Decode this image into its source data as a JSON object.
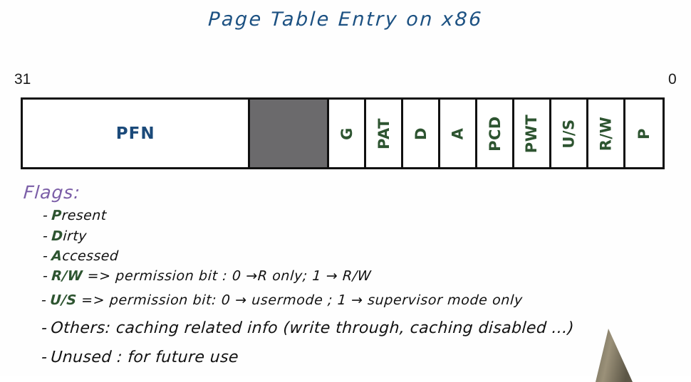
{
  "title": "Page Table  Entry  on  x86",
  "bit_index": {
    "high": "31",
    "low": "0"
  },
  "colors": {
    "title_blue": "#1c5182",
    "pfn_blue": "#1b4a7a",
    "flag_green": "#2d5430",
    "heading_purple": "#7b5ea7",
    "unused_gray": "#6b6a6c",
    "ink_black": "#111111",
    "background": "#fefefe"
  },
  "bitfield": {
    "cells": [
      {
        "label": "PFN",
        "kind": "pfn"
      },
      {
        "label": "",
        "kind": "unused"
      },
      {
        "label": "G",
        "kind": "flag"
      },
      {
        "label": "PAT",
        "kind": "flag"
      },
      {
        "label": "D",
        "kind": "flag"
      },
      {
        "label": "A",
        "kind": "flag"
      },
      {
        "label": "PCD",
        "kind": "flag"
      },
      {
        "label": "PWT",
        "kind": "flag"
      },
      {
        "label": "U/S",
        "kind": "flag"
      },
      {
        "label": "R/W",
        "kind": "flag"
      },
      {
        "label": "P",
        "kind": "flag"
      }
    ]
  },
  "notes": {
    "heading": "Flags:",
    "dash": "-",
    "items": [
      {
        "accent": "P",
        "rest": "resent",
        "tail": ""
      },
      {
        "accent": "D",
        "rest": "irty",
        "tail": ""
      },
      {
        "accent": "A",
        "rest": "ccessed",
        "tail": ""
      },
      {
        "accent": "R/W",
        "rest": "",
        "tail": " => permission bit : 0 →R only; 1 → R/W"
      },
      {
        "accent": "U/S",
        "rest": "",
        "tail": " => permission bit: 0 → usermode ; 1 → supervisor mode only"
      },
      {
        "accent": "",
        "rest": "Others: caching related info (write through, caching disabled ...)",
        "tail": ""
      },
      {
        "accent": "",
        "rest": "Unused : for future use",
        "tail": ""
      }
    ]
  },
  "pen": {
    "name": "stylus-pen-tip",
    "color": "#8a8068"
  }
}
